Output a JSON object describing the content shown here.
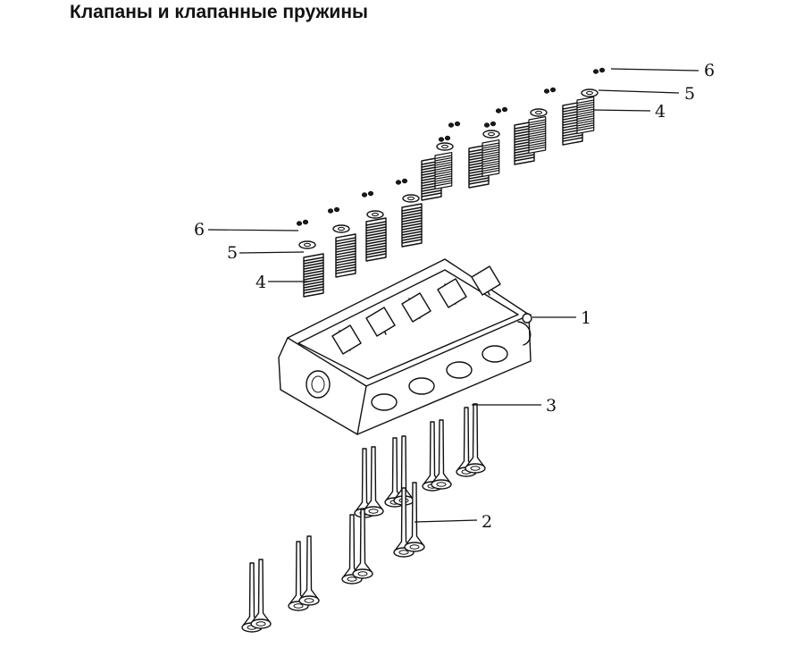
{
  "title": "Клапаны и клапанные пружины",
  "callouts": {
    "c1": "1",
    "c2": "2",
    "c3": "3",
    "c4_top": "4",
    "c5_top": "5",
    "c6_top": "6",
    "c4_left": "4",
    "c5_left": "5",
    "c6_left": "6"
  },
  "colors": {
    "ink": "#111111",
    "background": "#ffffff"
  }
}
